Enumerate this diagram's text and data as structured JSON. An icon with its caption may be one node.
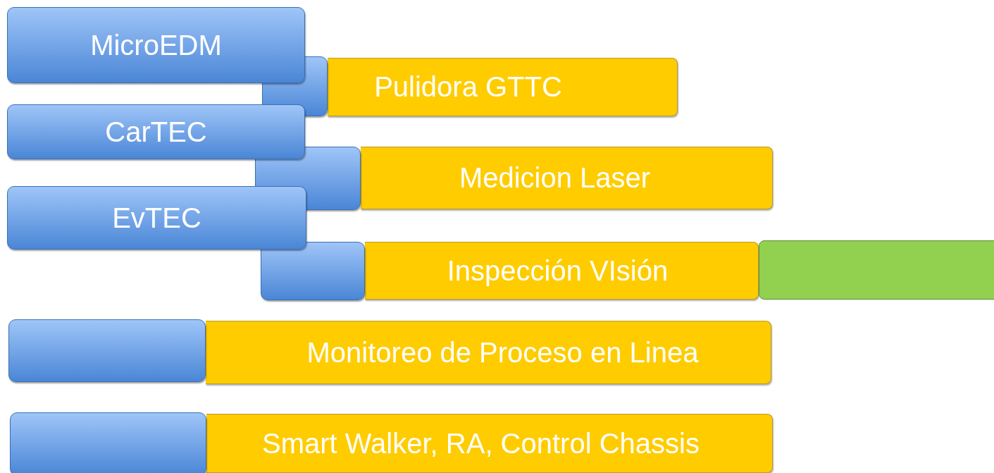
{
  "diagram": {
    "nodes": [
      {
        "text": [
          "MicroEDM"
        ]
      },
      {
        "text": [],
        "shape": "box"
      },
      {
        "text": [
          "Pulidora GTTC"
        ]
      },
      {
        "text": [
          "CarTEC"
        ]
      },
      {
        "text": [],
        "shape": "box"
      },
      {
        "text": [
          "Medicion Laser"
        ]
      },
      {
        "text": [
          "EvTEC"
        ]
      },
      {
        "text": [
          "Inspección VIsión"
        ]
      },
      {
        "text": [],
        "shape": "box"
      },
      {
        "text": [],
        "shape": "bar"
      },
      {
        "text": [],
        "shape": "box"
      },
      {
        "text": [
          "Monitoreo de Proceso en Linea"
        ]
      },
      {
        "text": [],
        "shape": "box"
      },
      {
        "text": [
          "Smart Walker, RA, Control Chassis"
        ]
      }
    ]
  }
}
